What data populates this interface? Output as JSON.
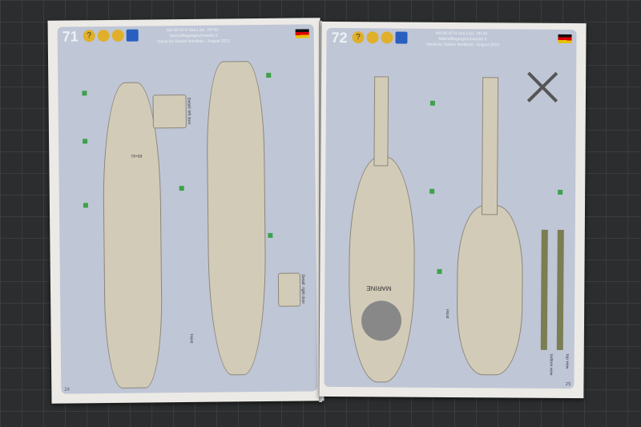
{
  "left_page": {
    "number": "71",
    "title": "NH-90 NTH Sea Lion, 79+59 - Marinefliegergeschwader 5",
    "subtitle": "Naval Air Station Nordholz - August 2023",
    "page_no": "24",
    "labels": {
      "left_door": "Detail: left door",
      "right_door": "Detail: right door",
      "hoist": "Hoist"
    },
    "serial": "79+59"
  },
  "right_page": {
    "number": "72",
    "title": "NH-90 NTH Sea Lion, 79+59 - Marinefliegergeschwader 5",
    "subtitle": "Naval Air Station Nordholz - August 2023",
    "page_no": "25",
    "labels": {
      "marine": "MARINE",
      "hoist": "Hoist",
      "bottom_view": "bottom view",
      "top_view": "top view"
    }
  },
  "colors": {
    "panel": "#bfc6d6",
    "camo": "#d2cbb8",
    "decal": "#3da24a"
  }
}
